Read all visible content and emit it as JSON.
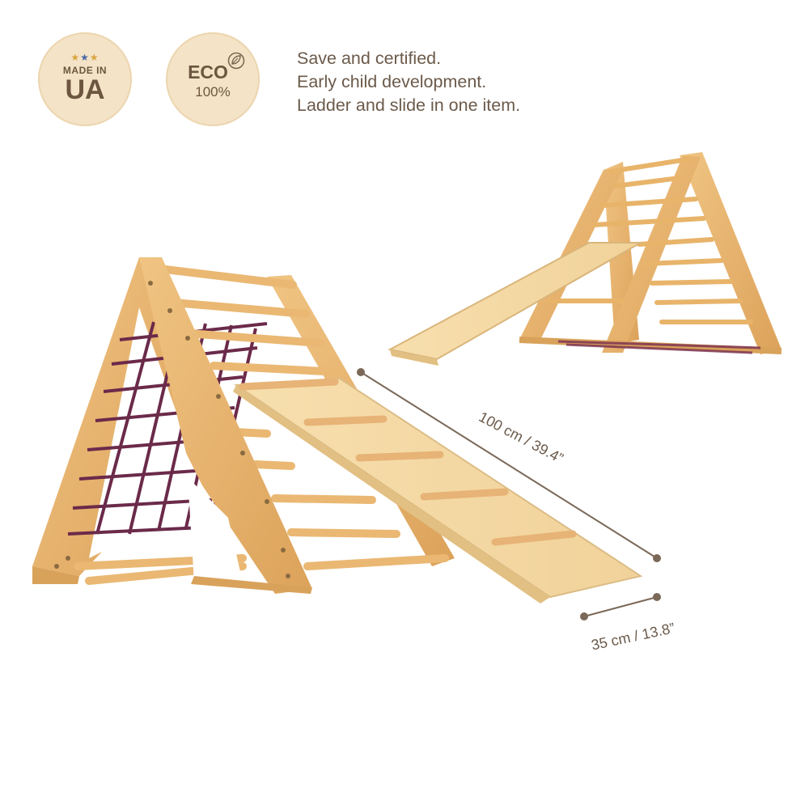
{
  "badges": {
    "made_in": {
      "top_text": "MADE IN",
      "main_text": "UA",
      "icon": "stars-icon"
    },
    "eco": {
      "top_text": "ECO",
      "bottom_text": "100%",
      "icon": "leaf-icon"
    }
  },
  "tagline": [
    "Save and certified.",
    "Early child development.",
    "Ladder and slide in one item."
  ],
  "dimensions": {
    "length": "100 cm / 39.4”",
    "width": "35 cm / 13.8”"
  },
  "colors": {
    "badge_bg": "#f4e3c6",
    "wood": "#e8b46a",
    "rope": "#6b2a4a",
    "text": "#6b5a4a"
  }
}
